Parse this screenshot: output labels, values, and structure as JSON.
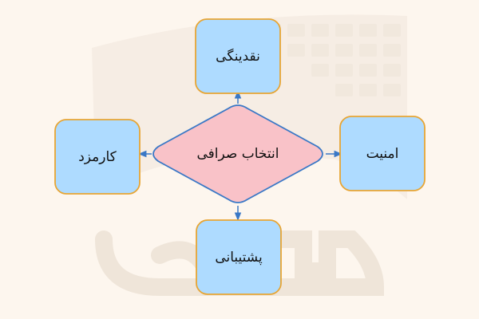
{
  "diagram": {
    "center": {
      "label": "انتخاب صرافی"
    },
    "top": {
      "label": "نقدینگی"
    },
    "right": {
      "label": "امنیت"
    },
    "bottom": {
      "label": "پشتیبانی"
    },
    "left": {
      "label": "کارمزد"
    }
  },
  "colors": {
    "background": "#fdf6ee",
    "box_fill": "#aedbff",
    "box_border": "#e7a534",
    "diamond_fill": "#f9c2c8",
    "diamond_border": "#3a78c6",
    "arrow": "#3a78c6",
    "watermark": "#f1e8dd"
  },
  "watermark": {
    "icon": "grid-building-logo-icon"
  }
}
